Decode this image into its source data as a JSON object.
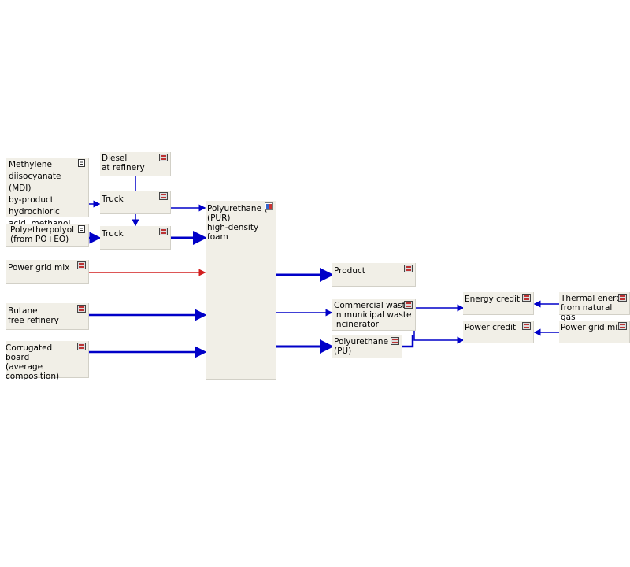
{
  "nodes": {
    "mdi": {
      "label": "Methylene\ndiisocyanate (MDI)\nby-product\nhydrochloric\nacid, methanol",
      "icon": "process-doc-icon"
    },
    "diesel": {
      "label": "Diesel\n at refinery",
      "icon": "process-plan-icon"
    },
    "truck1": {
      "label": "Truck",
      "icon": "process-plan-icon"
    },
    "truck2": {
      "label": "Truck",
      "icon": "process-plan-icon"
    },
    "polyether": {
      "label": "Polyetherpolyol\n(from PO+EO)",
      "icon": "process-doc-icon"
    },
    "power_grid_left": {
      "label": "Power grid mix",
      "icon": "process-plan-icon"
    },
    "butane": {
      "label": "Butane\nfree refinery",
      "icon": "process-plan-icon"
    },
    "corrugated": {
      "label": "Corrugated\nboard\n(average composition)",
      "icon": "process-plan-icon"
    },
    "pur": {
      "label": "Polyurethane (\n(PUR)\nhigh-density foam",
      "icon": "subplan-icon"
    },
    "product": {
      "label": "Product",
      "icon": "process-plan-icon"
    },
    "waste": {
      "label": "Commercial waste\nin municipal waste\nincinerator",
      "icon": "process-plan-icon"
    },
    "pu": {
      "label": "Polyurethane\n(PU)",
      "icon": "process-plan-icon"
    },
    "energy_credit": {
      "label": "Energy credit",
      "icon": "process-plan-icon"
    },
    "power_credit": {
      "label": "Power credit",
      "icon": "process-plan-icon"
    },
    "thermal": {
      "label": "Thermal energy\nfrom natural gas",
      "icon": "process-plan-icon"
    },
    "power_grid_right": {
      "label": "Power grid mix",
      "icon": "process-plan-icon"
    }
  },
  "colors": {
    "flow": "#0000c8",
    "energy_flow": "#d21e1e",
    "box": "#f1efe7"
  }
}
